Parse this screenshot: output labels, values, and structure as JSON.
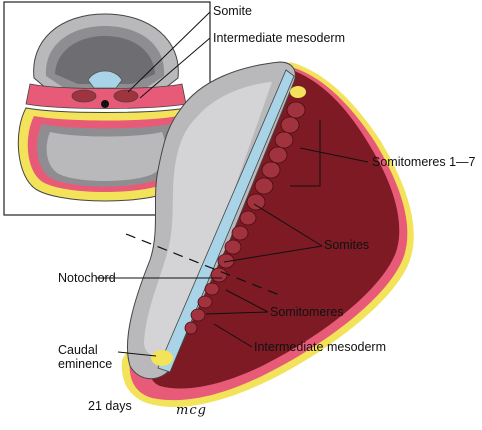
{
  "labels": {
    "somite": "Somite",
    "intermediate_mesoderm_top": "Intermediate mesoderm",
    "somitomeres_1_7": "Somitomeres 1—7",
    "somites": "Somites",
    "notochord": "Notochord",
    "somitomeres": "Somitomeres",
    "intermediate_mesoderm_bottom": "Intermediate mesoderm",
    "caudal_line1": "Caudal",
    "caudal_line2": "eminence",
    "age": "21 days",
    "signature": "mcg"
  },
  "colors": {
    "ectoderm": "#b9b9bb",
    "ectoderm_dark": "#8e8e92",
    "mesoderm": "#7d1a24",
    "mesoderm_light": "#a0333d",
    "endoderm": "#e85b78",
    "yolk": "#f2e35a",
    "neural": "#a9d3e6"
  }
}
